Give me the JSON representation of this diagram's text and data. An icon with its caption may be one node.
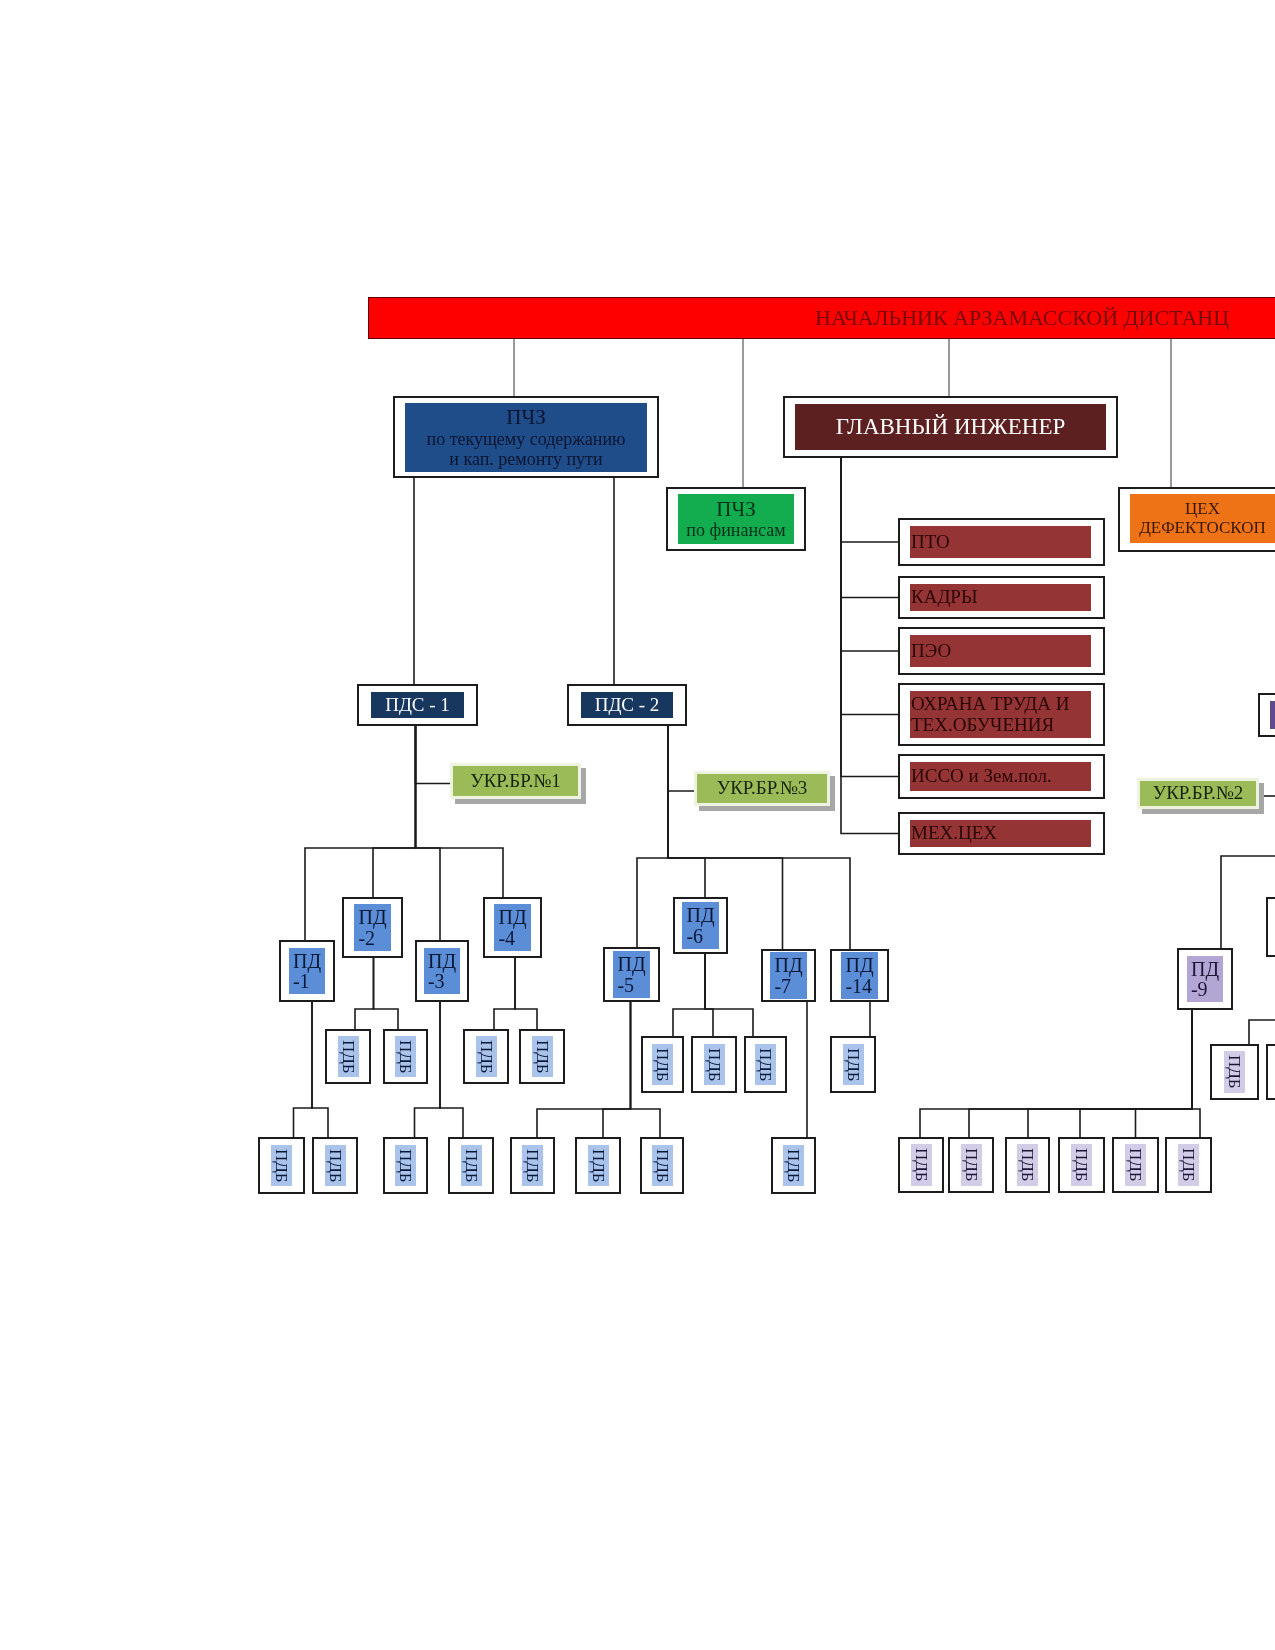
{
  "diagram": {
    "nodes": [
      {
        "text": [
          "НАЧАЛЬНИК АРЗАМАССКОЙ ДИСТАНЦ"
        ]
      },
      {
        "text": [
          "ПЧЗ",
          "по текущему содержанию и кап. ремонту пути"
        ]
      },
      {
        "text": [
          "ПЧЗ",
          "по финансам"
        ]
      },
      {
        "text": [
          "ГЛАВНЫЙ ИНЖЕНЕР"
        ]
      },
      {
        "text": [
          "ЦЕХ ДЕФЕКТОСКОП"
        ]
      },
      {
        "text": [
          "ПТО"
        ]
      },
      {
        "text": [
          "КАДРЫ"
        ]
      },
      {
        "text": [
          "ПЭО"
        ]
      },
      {
        "text": [
          "ОХРАНА ТРУДА И ТЕХ.ОБУЧЕНИЯ"
        ]
      },
      {
        "text": [
          "ИССО и Зем.пол."
        ]
      },
      {
        "text": [
          "МЕХ.ЦЕХ"
        ]
      },
      {
        "text": [
          "ПДС - 1"
        ]
      },
      {
        "text": [
          "ПДС - 2"
        ]
      },
      {
        "text": [],
        "shape": "box"
      },
      {
        "text": [
          "УКР.БР.№1"
        ]
      },
      {
        "text": [
          "УКР.БР.№3"
        ]
      },
      {
        "text": [
          "УКР.БР.№2"
        ]
      },
      {
        "text": [
          "ПД -1"
        ]
      },
      {
        "text": [
          "ПД -2"
        ]
      },
      {
        "text": [
          "ПД -3"
        ]
      },
      {
        "text": [
          "ПД -4"
        ]
      },
      {
        "text": [
          "ПД -5"
        ]
      },
      {
        "text": [
          "ПД -6"
        ]
      },
      {
        "text": [
          "ПД -7"
        ]
      },
      {
        "text": [
          "ПД -14"
        ]
      },
      {
        "text": [
          "ПД -9"
        ]
      },
      {
        "text": [],
        "shape": "box"
      },
      {
        "text": [
          "ПДБ"
        ]
      },
      {
        "text": [
          "ПДБ"
        ]
      },
      {
        "text": [
          "ПДБ"
        ]
      },
      {
        "text": [
          "ПДБ"
        ]
      },
      {
        "text": [
          "ПДБ"
        ]
      },
      {
        "text": [
          "ПДБ"
        ]
      },
      {
        "text": [
          "ПДБ"
        ]
      },
      {
        "text": [
          "ПДБ"
        ]
      },
      {
        "text": [
          "ПДБ"
        ]
      },
      {
        "text": [],
        "shape": "box"
      },
      {
        "text": [
          "ПДБ"
        ]
      },
      {
        "text": [
          "ПДБ"
        ]
      },
      {
        "text": [
          "ПДБ"
        ]
      },
      {
        "text": [
          "ПДБ"
        ]
      },
      {
        "text": [
          "ПДБ"
        ]
      },
      {
        "text": [
          "ПДБ"
        ]
      },
      {
        "text": [
          "ПДБ"
        ]
      },
      {
        "text": [
          "ПДБ"
        ]
      },
      {
        "text": [
          "ПДБ"
        ]
      },
      {
        "text": [
          "ПДБ"
        ]
      },
      {
        "text": [
          "ПДБ"
        ]
      },
      {
        "text": [
          "ПДБ"
        ]
      },
      {
        "text": [
          "ПДБ"
        ]
      },
      {
        "text": [
          "ПДБ"
        ]
      }
    ],
    "edges": [
      {
        "from": 0,
        "to": 1,
        "arrow": "none",
        "color": "#808080"
      },
      {
        "from": 0,
        "to": 2,
        "arrow": "none",
        "color": "#808080"
      },
      {
        "from": 0,
        "to": 3,
        "arrow": "none",
        "color": "#808080"
      },
      {
        "from": 0,
        "to": 4,
        "arrow": "none",
        "color": "#808080"
      },
      {
        "from": 3,
        "to": 5,
        "arrow": "none"
      },
      {
        "from": 3,
        "to": 6,
        "arrow": "none"
      },
      {
        "from": 3,
        "to": 7,
        "arrow": "none"
      },
      {
        "from": 3,
        "to": 8,
        "arrow": "none"
      },
      {
        "from": 3,
        "to": 9,
        "arrow": "none"
      },
      {
        "from": 3,
        "to": 10,
        "arrow": "none"
      },
      {
        "from": 1,
        "to": 11,
        "arrow": "none"
      },
      {
        "from": 1,
        "to": 12,
        "arrow": "none"
      },
      {
        "from": 11,
        "to": 14,
        "arrow": "none"
      },
      {
        "from": 11,
        "to": 17,
        "arrow": "none"
      },
      {
        "from": 11,
        "to": 18,
        "arrow": "none"
      },
      {
        "from": 11,
        "to": 19,
        "arrow": "none"
      },
      {
        "from": 11,
        "to": 20,
        "arrow": "none"
      },
      {
        "from": 12,
        "to": 15,
        "arrow": "none"
      },
      {
        "from": 12,
        "to": 21,
        "arrow": "none"
      },
      {
        "from": 12,
        "to": 22,
        "arrow": "none"
      },
      {
        "from": 12,
        "to": 23,
        "arrow": "none"
      },
      {
        "from": 12,
        "to": 24,
        "arrow": "none"
      },
      {
        "from": null,
        "to": 16,
        "arrow": "none"
      },
      {
        "from": null,
        "to": 25,
        "arrow": "none"
      },
      {
        "from": 18,
        "to": 27,
        "arrow": "none"
      },
      {
        "from": 18,
        "to": 28,
        "arrow": "none"
      },
      {
        "from": 20,
        "to": 29,
        "arrow": "none"
      },
      {
        "from": 20,
        "to": 30,
        "arrow": "none"
      },
      {
        "from": 22,
        "to": 31,
        "arrow": "none"
      },
      {
        "from": 22,
        "to": 32,
        "arrow": "none"
      },
      {
        "from": 22,
        "to": 33,
        "arrow": "none"
      },
      {
        "from": 24,
        "to": 34,
        "arrow": "none"
      },
      {
        "from": null,
        "to": 35,
        "arrow": "none"
      },
      {
        "from": 17,
        "to": 37,
        "arrow": "none"
      },
      {
        "from": 17,
        "to": 38,
        "arrow": "none"
      },
      {
        "from": 19,
        "to": 39,
        "arrow": "none"
      },
      {
        "from": 19,
        "to": 40,
        "arrow": "none"
      },
      {
        "from": 21,
        "to": 41,
        "arrow": "none"
      },
      {
        "from": 21,
        "to": 42,
        "arrow": "none"
      },
      {
        "from": 21,
        "to": 43,
        "arrow": "none"
      },
      {
        "from": 23,
        "to": 44,
        "arrow": "none"
      },
      {
        "from": 25,
        "to": 45,
        "arrow": "none"
      },
      {
        "from": 25,
        "to": 46,
        "arrow": "none"
      },
      {
        "from": 25,
        "to": 47,
        "arrow": "none"
      },
      {
        "from": 25,
        "to": 48,
        "arrow": "none"
      },
      {
        "from": 25,
        "to": 49,
        "arrow": "none"
      },
      {
        "from": 25,
        "to": 50,
        "arrow": "none"
      }
    ]
  }
}
